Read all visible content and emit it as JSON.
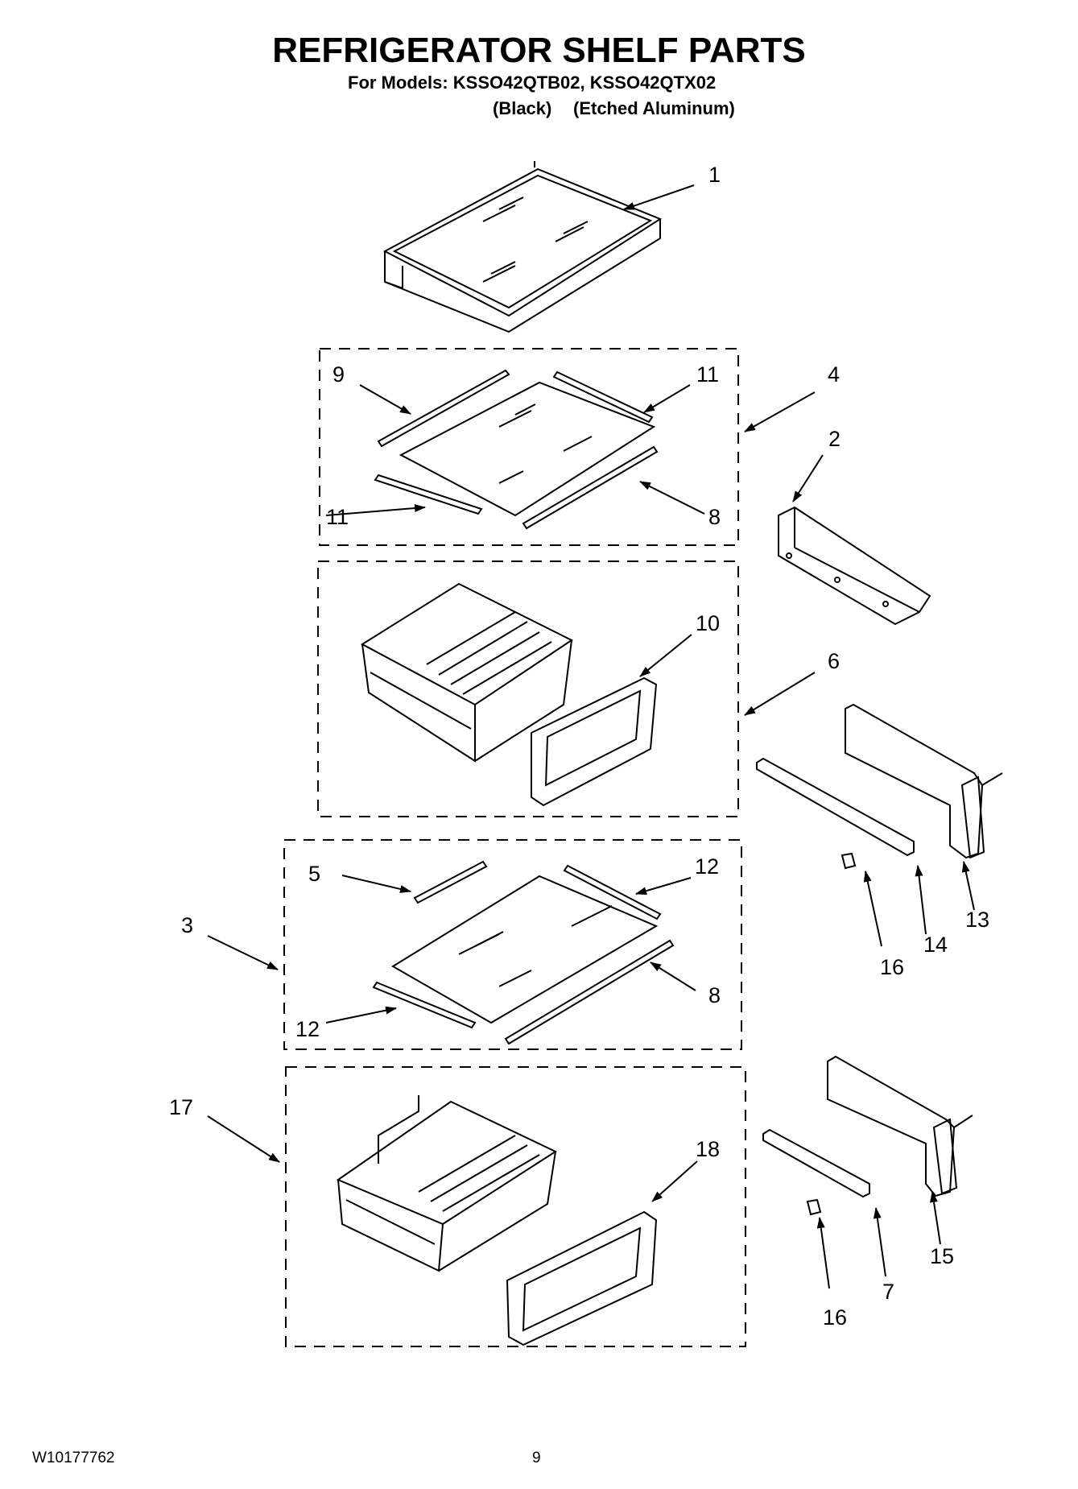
{
  "header": {
    "title": "REFRIGERATOR SHELF PARTS",
    "models_line": "For Models: KSSO42QTB02, KSSO42QTX02",
    "variant_black": "(Black)",
    "variant_etched": "(Etched Aluminum)"
  },
  "footer": {
    "doc_number": "W10177762",
    "page_number": "9"
  },
  "callouts": {
    "c1": "1",
    "c2": "2",
    "c3": "3",
    "c4": "4",
    "c5": "5",
    "c6": "6",
    "c7": "7",
    "c8a": "8",
    "c8b": "8",
    "c9": "9",
    "c10": "10",
    "c11a": "11",
    "c11b": "11",
    "c12a": "12",
    "c12b": "12",
    "c13": "13",
    "c14": "14",
    "c15": "15",
    "c16a": "16",
    "c16b": "16",
    "c17": "17",
    "c18": "18"
  }
}
